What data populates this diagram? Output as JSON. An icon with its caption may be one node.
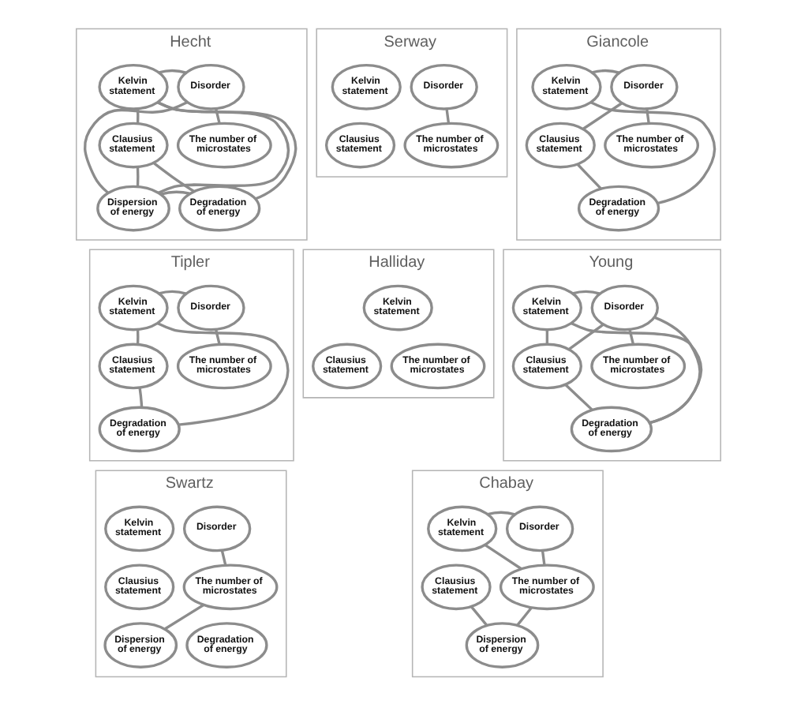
{
  "diagram": {
    "nodes": [
      {
        "text": [
          "Hecht"
        ]
      },
      {
        "text": [
          "Kelvin statement"
        ],
        "in": 0
      },
      {
        "text": [
          "Disorder"
        ],
        "in": 0
      },
      {
        "text": [
          "Clausius statement"
        ],
        "in": 0
      },
      {
        "text": [
          "The number of microstates"
        ],
        "in": 0
      },
      {
        "text": [
          "Dispersion of energy"
        ],
        "in": 0
      },
      {
        "text": [
          "Degradation of energy"
        ],
        "in": 0
      },
      {
        "text": [
          "Serway"
        ]
      },
      {
        "text": [
          "Kelvin statement"
        ],
        "in": 7
      },
      {
        "text": [
          "Disorder"
        ],
        "in": 7
      },
      {
        "text": [
          "Clausius statement"
        ],
        "in": 7
      },
      {
        "text": [
          "The number of microstates"
        ],
        "in": 7
      },
      {
        "text": [
          "Giancole"
        ]
      },
      {
        "text": [
          "Kelvin statement"
        ],
        "in": 12
      },
      {
        "text": [
          "Disorder"
        ],
        "in": 12
      },
      {
        "text": [
          "Clausius statement"
        ],
        "in": 12
      },
      {
        "text": [
          "The number of microstates"
        ],
        "in": 12
      },
      {
        "text": [
          "Degradation of energy"
        ],
        "in": 12
      },
      {
        "text": [
          "Tipler"
        ]
      },
      {
        "text": [
          "Kelvin statement"
        ],
        "in": 18
      },
      {
        "text": [
          "Disorder"
        ],
        "in": 18
      },
      {
        "text": [
          "Clausius statement"
        ],
        "in": 18
      },
      {
        "text": [
          "The number of microstates"
        ],
        "in": 18
      },
      {
        "text": [
          "Degradation of energy"
        ],
        "in": 18
      },
      {
        "text": [
          "Halliday"
        ]
      },
      {
        "text": [
          "Kelvin statement"
        ],
        "in": 24
      },
      {
        "text": [
          "Clausius statement"
        ],
        "in": 24
      },
      {
        "text": [
          "The number of microstates"
        ],
        "in": 24
      },
      {
        "text": [
          "Young"
        ]
      },
      {
        "text": [
          "Kelvin statement"
        ],
        "in": 28
      },
      {
        "text": [
          "Disorder"
        ],
        "in": 28
      },
      {
        "text": [
          "Clausius statement"
        ],
        "in": 28
      },
      {
        "text": [
          "The number of microstates"
        ],
        "in": 28
      },
      {
        "text": [
          "Degradation of energy"
        ],
        "in": 28
      },
      {
        "text": [
          "Swartz"
        ]
      },
      {
        "text": [
          "Kelvin statement"
        ],
        "in": 34
      },
      {
        "text": [
          "Disorder"
        ],
        "in": 34
      },
      {
        "text": [
          "Clausius statement"
        ],
        "in": 34
      },
      {
        "text": [
          "The number of microstates"
        ],
        "in": 34
      },
      {
        "text": [
          "Dispersion of energy"
        ],
        "in": 34
      },
      {
        "text": [
          "Degradation of energy"
        ],
        "in": 34
      },
      {
        "text": [
          "Chabay"
        ]
      },
      {
        "text": [
          "Kelvin statement"
        ],
        "in": 41
      },
      {
        "text": [
          "Disorder"
        ],
        "in": 41
      },
      {
        "text": [
          "Clausius statement"
        ],
        "in": 41
      },
      {
        "text": [
          "The number of microstates"
        ],
        "in": 41
      },
      {
        "text": [
          "Dispersion of energy"
        ],
        "in": 41
      }
    ],
    "edges": [
      {
        "from": 1,
        "to": 2,
        "arrow": "none"
      },
      {
        "from": 2,
        "to": 4,
        "arrow": "none"
      },
      {
        "from": 1,
        "to": 3,
        "arrow": "none"
      },
      {
        "from": 1,
        "to": 5,
        "arrow": "none"
      },
      {
        "from": 1,
        "to": 6,
        "arrow": "none"
      },
      {
        "from": 3,
        "to": 5,
        "arrow": "none"
      },
      {
        "from": 3,
        "to": 6,
        "arrow": "none"
      },
      {
        "from": 2,
        "to": 5,
        "arrow": "none"
      },
      {
        "from": 5,
        "to": 6,
        "arrow": "none"
      },
      {
        "from": 9,
        "to": 11,
        "arrow": "none"
      },
      {
        "from": 13,
        "to": 14,
        "arrow": "none"
      },
      {
        "from": 14,
        "to": 16,
        "arrow": "none"
      },
      {
        "from": 14,
        "to": 15,
        "arrow": "none"
      },
      {
        "from": 13,
        "to": 17,
        "arrow": "none"
      },
      {
        "from": 15,
        "to": 17,
        "arrow": "none"
      },
      {
        "from": 19,
        "to": 20,
        "arrow": "none"
      },
      {
        "from": 20,
        "to": 22,
        "arrow": "none"
      },
      {
        "from": 19,
        "to": 21,
        "arrow": "none"
      },
      {
        "from": 19,
        "to": 23,
        "arrow": "none"
      },
      {
        "from": 21,
        "to": 23,
        "arrow": "none"
      },
      {
        "from": 29,
        "to": 30,
        "arrow": "none"
      },
      {
        "from": 29,
        "to": 31,
        "arrow": "none"
      },
      {
        "from": 30,
        "to": 31,
        "arrow": "none"
      },
      {
        "from": 30,
        "to": 32,
        "arrow": "none"
      },
      {
        "from": 30,
        "to": 33,
        "arrow": "none"
      },
      {
        "from": 29,
        "to": 33,
        "arrow": "none"
      },
      {
        "from": 31,
        "to": 33,
        "arrow": "none"
      },
      {
        "from": 36,
        "to": 38,
        "arrow": "none"
      },
      {
        "from": 38,
        "to": 39,
        "arrow": "none"
      },
      {
        "from": 42,
        "to": 43,
        "arrow": "none"
      },
      {
        "from": 42,
        "to": 45,
        "arrow": "none"
      },
      {
        "from": 43,
        "to": 45,
        "arrow": "none"
      },
      {
        "from": 44,
        "to": 46,
        "arrow": "none"
      },
      {
        "from": 46,
        "to": 45,
        "arrow": "none"
      }
    ]
  }
}
